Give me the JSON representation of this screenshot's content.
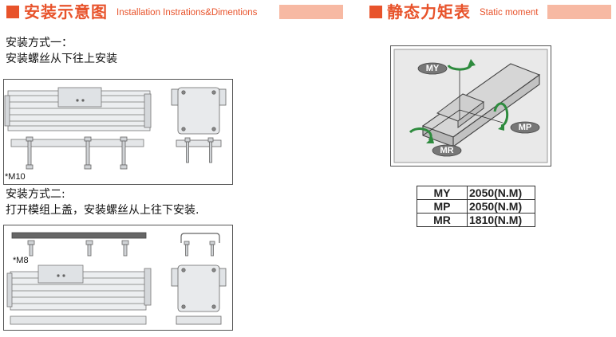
{
  "left_header": {
    "title_cn": "安装示意图",
    "title_en": "Installation Instrations&Dimentions"
  },
  "right_header": {
    "title_cn": "静态力矩表",
    "title_en": "Static moment"
  },
  "method1": {
    "line1": "安装方式一：",
    "line2": "安装螺丝从下往上安装",
    "screw_label": "*M10"
  },
  "method2": {
    "line1": "安装方式二:",
    "line2": "打开模组上盖，安装螺丝从上往下安装.",
    "screw_label": "*M8"
  },
  "moment_diagram": {
    "my": "MY",
    "mp": "MP",
    "mr": "MR"
  },
  "moment_table": [
    {
      "axis": "MY",
      "value": "2050(N.M)"
    },
    {
      "axis": "MP",
      "value": "2050(N.M)"
    },
    {
      "axis": "MR",
      "value": "1810(N.M)"
    }
  ],
  "colors": {
    "accent": "#e8532b",
    "accent_light": "#f7b9a3",
    "arrow_green": "#2e8b3e"
  }
}
